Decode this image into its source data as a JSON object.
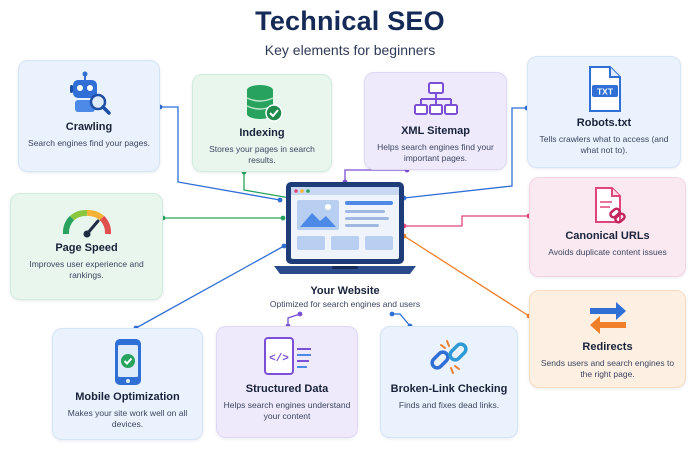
{
  "title": "Technical SEO",
  "subtitle": "Key elements for beginners",
  "center": {
    "name": "Your Website",
    "desc": "Optimized for search engines and users"
  },
  "cards": {
    "crawling": {
      "name": "Crawling",
      "desc": "Search engines find your pages."
    },
    "indexing": {
      "name": "Indexing",
      "desc": "Stores your pages in search results."
    },
    "sitemap": {
      "name": "XML Sitemap",
      "desc": "Helps search engines find your important pages."
    },
    "robots": {
      "name": "Robots.txt",
      "desc": "Tells crawlers what to access (and what not to).",
      "icon_text": "TXT"
    },
    "pagespeed": {
      "name": "Page Speed",
      "desc": "Improves user experience and rankings."
    },
    "canonical": {
      "name": "Canonical URLs",
      "desc": "Avoids duplicate content issues"
    },
    "redirects": {
      "name": "Redirects",
      "desc": "Sends users and search engines to the right page."
    },
    "mobile": {
      "name": "Mobile Optimization",
      "desc": "Makes your site work well on all devices."
    },
    "structured": {
      "name": "Structured Data",
      "desc": "Helps search engines understand your content"
    },
    "broken": {
      "name": "Broken-Link Checking",
      "desc": "Finds and fixes dead links."
    }
  },
  "colors": {
    "blue": "#2f6fd6",
    "green": "#27a35d",
    "purple": "#7b4fd6",
    "pink": "#e0457b",
    "orange": "#f07f2a",
    "navy": "#162a57"
  }
}
